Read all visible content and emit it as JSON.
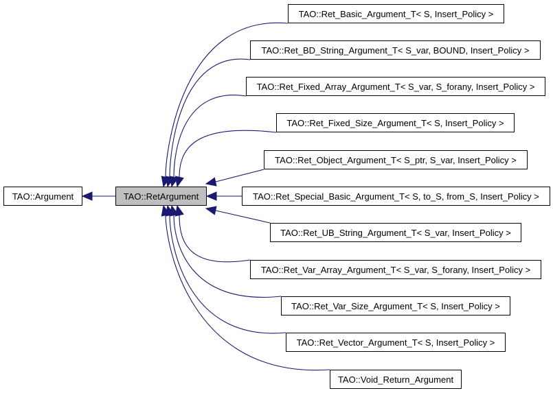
{
  "diagram": {
    "type": "inheritance-graph",
    "edge_color": "#191970",
    "focus_fill": "#bfbfbf",
    "base": {
      "id": "argument",
      "label": "TAO::Argument"
    },
    "focus": {
      "id": "retargument",
      "label": "TAO::RetArgument"
    },
    "children": [
      {
        "id": "ret-basic",
        "label": "TAO::Ret_Basic_Argument_T< S, Insert_Policy >"
      },
      {
        "id": "ret-bd-string",
        "label": "TAO::Ret_BD_String_Argument_T< S_var, BOUND, Insert_Policy >"
      },
      {
        "id": "ret-fixed-array",
        "label": "TAO::Ret_Fixed_Array_Argument_T< S_var, S_forany, Insert_Policy >"
      },
      {
        "id": "ret-fixed-size",
        "label": "TAO::Ret_Fixed_Size_Argument_T< S, Insert_Policy >"
      },
      {
        "id": "ret-object",
        "label": "TAO::Ret_Object_Argument_T< S_ptr, S_var, Insert_Policy >"
      },
      {
        "id": "ret-special-basic",
        "label": "TAO::Ret_Special_Basic_Argument_T< S, to_S, from_S, Insert_Policy >"
      },
      {
        "id": "ret-ub-string",
        "label": "TAO::Ret_UB_String_Argument_T< S_var, Insert_Policy >"
      },
      {
        "id": "ret-var-array",
        "label": "TAO::Ret_Var_Array_Argument_T< S_var, S_forany, Insert_Policy >"
      },
      {
        "id": "ret-var-size",
        "label": "TAO::Ret_Var_Size_Argument_T< S, Insert_Policy >"
      },
      {
        "id": "ret-vector",
        "label": "TAO::Ret_Vector_Argument_T< S, Insert_Policy >"
      },
      {
        "id": "void-return",
        "label": "TAO::Void_Return_Argument"
      }
    ]
  }
}
